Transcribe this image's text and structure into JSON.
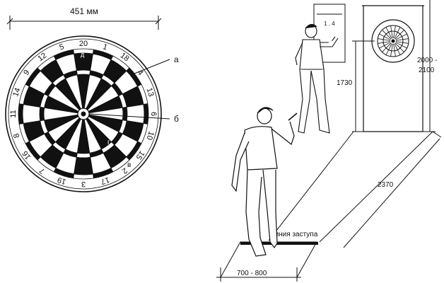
{
  "board": {
    "diameter_label": "451 мм",
    "part_a": "а",
    "part_b": "б",
    "part_v": "в",
    "part_g": "г",
    "part_d": "д",
    "numbers": [
      "20",
      "1",
      "18",
      "4",
      "13",
      "6",
      "10",
      "15",
      "2",
      "17",
      "3",
      "19",
      "7",
      "16",
      "8",
      "11",
      "14",
      "9",
      "12",
      "5"
    ]
  },
  "room": {
    "board_height": "1730",
    "ceiling_height_top": "2000 -",
    "ceiling_height_bottom": "2100",
    "throw_distance": "2370",
    "line_label": "Линия заступа",
    "line_width": "700 - 800"
  }
}
